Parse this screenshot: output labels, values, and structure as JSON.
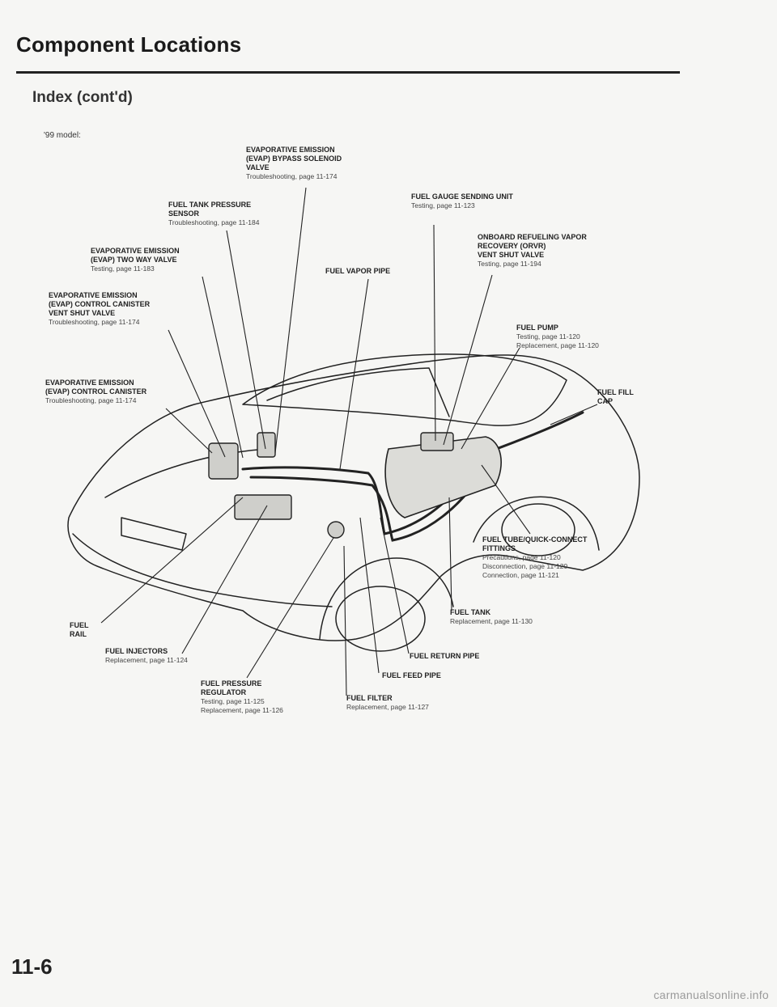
{
  "header": {
    "title": "Component Locations",
    "subtitle": "Index (cont'd)",
    "model_note": "'99 model:"
  },
  "callouts": {
    "bypass_solenoid": {
      "name": "EVAPORATIVE EMISSION\n(EVAP) BYPASS SOLENOID\nVALVE",
      "refs": [
        "Troubleshooting, page 11-174"
      ]
    },
    "tank_pressure_sensor": {
      "name": "FUEL TANK PRESSURE\nSENSOR",
      "refs": [
        "Troubleshooting, page 11-184"
      ]
    },
    "two_way_valve": {
      "name": "EVAPORATIVE EMISSION\n(EVAP) TWO WAY VALVE",
      "refs": [
        "Testing, page 11-183"
      ]
    },
    "canister_vent_valve": {
      "name": "EVAPORATIVE EMISSION\n(EVAP) CONTROL CANISTER\nVENT SHUT VALVE",
      "refs": [
        "Troubleshooting, page 11-174"
      ]
    },
    "control_canister": {
      "name": "EVAPORATIVE EMISSION\n(EVAP) CONTROL CANISTER",
      "refs": [
        "Troubleshooting, page 11-174"
      ]
    },
    "fuel_vapor_pipe": {
      "name": "FUEL VAPOR PIPE",
      "refs": []
    },
    "gauge_sending_unit": {
      "name": "FUEL GAUGE SENDING UNIT",
      "refs": [
        "Testing, page 11-123"
      ]
    },
    "orvr_valve": {
      "name": "ONBOARD REFUELING VAPOR\nRECOVERY (ORVR)\nVENT SHUT VALVE",
      "refs": [
        "Testing, page 11-194"
      ]
    },
    "fuel_pump": {
      "name": "FUEL PUMP",
      "refs": [
        "Testing, page 11-120",
        "Replacement, page 11-120"
      ]
    },
    "fuel_fill_cap": {
      "name": "FUEL FILL\nCAP",
      "refs": []
    },
    "quick_connect": {
      "name": "FUEL TUBE/QUICK-CONNECT\nFITTINGS",
      "refs": [
        "Precautions, page 11-120",
        "Disconnection, page 11-120",
        "Connection, page 11-121"
      ]
    },
    "fuel_tank": {
      "name": "FUEL TANK",
      "refs": [
        "Replacement, page 11-130"
      ]
    },
    "fuel_rail": {
      "name": "FUEL\nRAIL",
      "refs": []
    },
    "fuel_injectors": {
      "name": "FUEL INJECTORS",
      "refs": [
        "Replacement, page 11-124"
      ]
    },
    "return_pipe": {
      "name": "FUEL RETURN PIPE",
      "refs": []
    },
    "feed_pipe": {
      "name": "FUEL FEED PIPE",
      "refs": []
    },
    "pressure_regulator": {
      "name": "FUEL PRESSURE\nREGULATOR",
      "refs": [
        "Testing, page 11-125",
        "Replacement, page 11-126"
      ]
    },
    "fuel_filter": {
      "name": "FUEL FILTER",
      "refs": [
        "Replacement, page 11-127"
      ]
    }
  },
  "footer": {
    "page_number": "11-6",
    "watermark": "carmanualsonline.info"
  }
}
